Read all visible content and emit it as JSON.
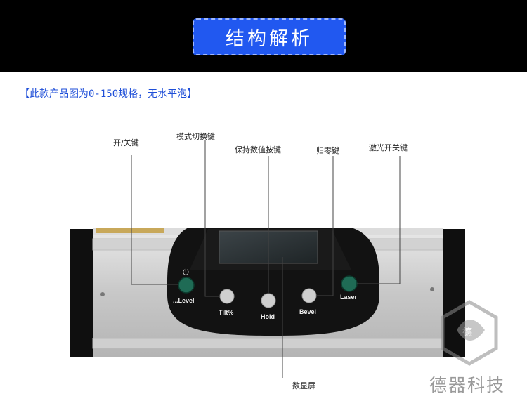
{
  "header": {
    "title": "结构解析"
  },
  "note": "【此款产品图为0-150规格，无水平泡】",
  "callouts": {
    "power": "开/关键",
    "mode": "模式切换键",
    "hold": "保持数值按键",
    "zero": "归零键",
    "laser": "激光开关键",
    "display": "数显屏"
  },
  "buttons": {
    "level": "...Level",
    "tilt": "Tilt%",
    "hold": "Hold",
    "bevel": "Bevel",
    "laser": "Laser"
  },
  "brand": {
    "name": "德器科技"
  },
  "colors": {
    "title_bg": "#2158f0",
    "note_text": "#1f4fd8",
    "green_button": "#1f6b55",
    "grey_button": "#cfcfcf"
  }
}
